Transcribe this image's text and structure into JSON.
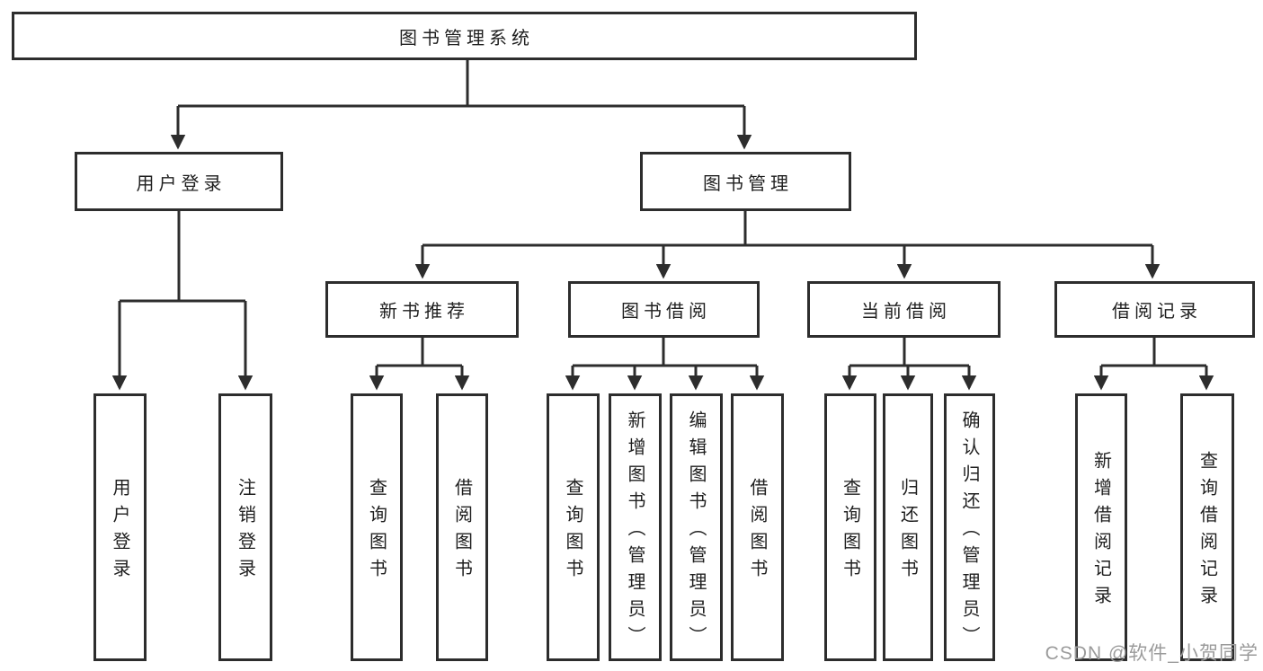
{
  "colors": {
    "line": "#2d2d2d",
    "text": "#1f1f1f",
    "watermark_gray": "#9b9b9b",
    "background": "#ffffff"
  },
  "watermark": {
    "text": "CSDN @软件_小贺同学"
  },
  "tree": {
    "root": {
      "label": "图书管理系统",
      "children": [
        {
          "label": "用户登录",
          "children": [
            {
              "label": "用户登录"
            },
            {
              "label": "注销登录"
            }
          ]
        },
        {
          "label": "图书管理",
          "children": [
            {
              "label": "新书推荐",
              "children": [
                {
                  "label": "查询图书"
                },
                {
                  "label": "借阅图书"
                }
              ]
            },
            {
              "label": "图书借阅",
              "children": [
                {
                  "label": "查询图书"
                },
                {
                  "label": "新增图书（管理员）"
                },
                {
                  "label": "编辑图书（管理员）"
                },
                {
                  "label": "借阅图书"
                }
              ]
            },
            {
              "label": "当前借阅",
              "children": [
                {
                  "label": "查询图书"
                },
                {
                  "label": "归还图书"
                },
                {
                  "label": "确认归还（管理员）"
                }
              ]
            },
            {
              "label": "借阅记录",
              "children": [
                {
                  "label": "新增借阅记录"
                },
                {
                  "label": "查询借阅记录"
                }
              ]
            }
          ]
        }
      ]
    }
  }
}
